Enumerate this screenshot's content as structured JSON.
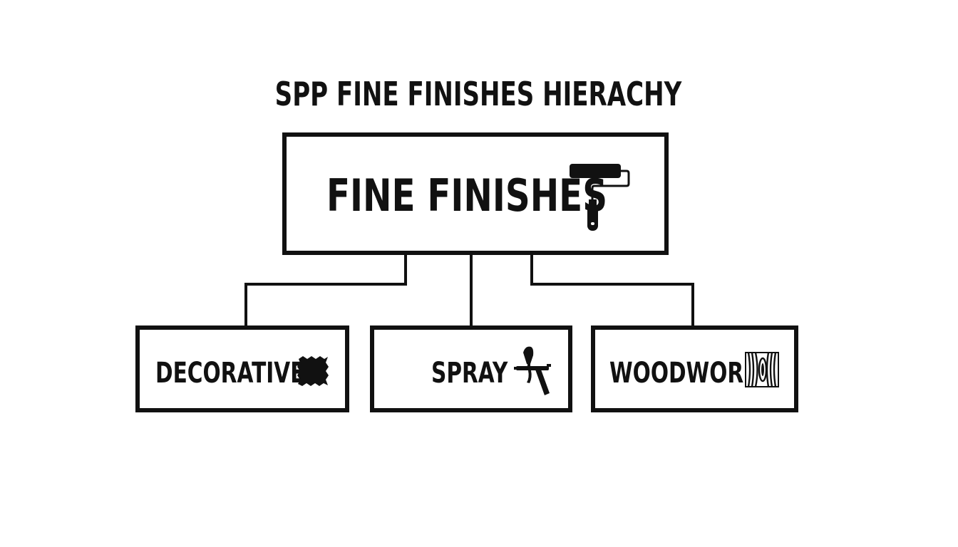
{
  "title": "SPP FINE FINISHES HIERACHY",
  "root": {
    "label": "FINE FINISHES",
    "icon": "paint-roller-icon"
  },
  "children": [
    {
      "label": "DECORATIVE",
      "icon": "texture-swatch-icon"
    },
    {
      "label": "SPRAY",
      "icon": "spray-gun-icon"
    },
    {
      "label": "WOODWORK",
      "icon": "wood-grain-icon"
    }
  ],
  "colors": {
    "stroke": "#111111",
    "background": "#ffffff"
  }
}
